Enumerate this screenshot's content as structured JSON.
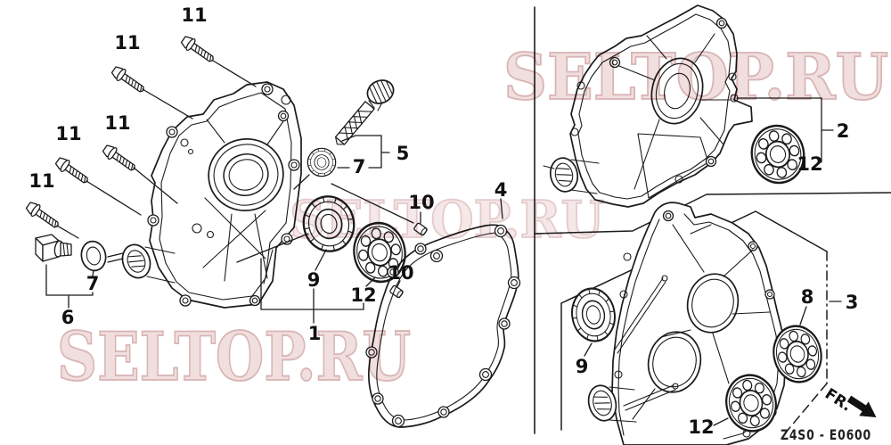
{
  "diagram": {
    "title": "engine crankcase cover exploded parts diagram",
    "drawing_code": "Z4S0 - E0600",
    "direction_label": "FR.",
    "watermark_text": "SELTOP.RU",
    "watermark_color": "#e8c9c9",
    "line_color": "#1b1b1b",
    "callouts": {
      "bolt_11_1": "11",
      "bolt_11_2": "11",
      "bolt_11_3": "11",
      "bolt_11_4": "11",
      "bolt_11_5": "11",
      "filler_cap_assy_5": "5",
      "filler_seal_7": "7",
      "drain_plug_6": "6",
      "drain_washer_7": "7",
      "oil_seal_9_left": "9",
      "bearing_12_left": "12",
      "cover_assy_1": "1",
      "dowel_pin_10_upper": "10",
      "dowel_pin_10_lower": "10",
      "gasket_4": "4",
      "cover_2": "2",
      "bearing_12_right": "12",
      "crankcase_3": "3",
      "bearing_8": "8",
      "oil_seal_9_case": "9",
      "bearing_12_case": "12"
    }
  }
}
